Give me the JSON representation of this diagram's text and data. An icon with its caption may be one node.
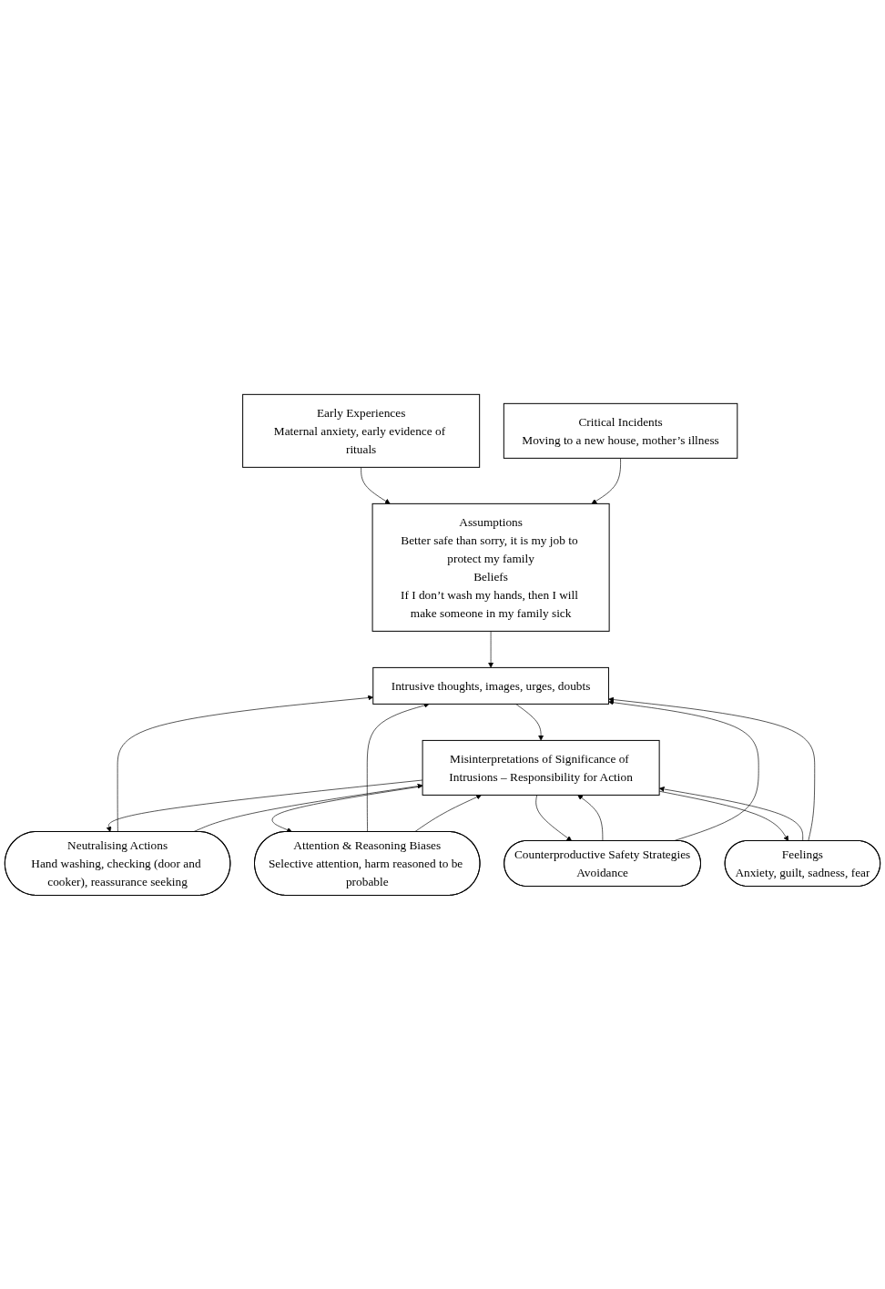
{
  "diagram": {
    "nodes": [
      {
        "text": [
          "Early Experiences",
          "Maternal anxiety, early evidence of rituals"
        ]
      },
      {
        "text": [
          "Critical Incidents",
          "Moving to a new house, mother’s illness"
        ]
      },
      {
        "text": [
          "Assumptions",
          "Better safe than sorry, it is my job to protect my family",
          "Beliefs",
          "If I don’t wash my hands, then I will make someone in my family sick"
        ]
      },
      {
        "text": [
          "Intrusive thoughts, images, urges, doubts"
        ]
      },
      {
        "text": [
          "Neutralising Actions",
          "Hand washing, checking (door and cooker), reassurance seeking"
        ]
      },
      {
        "text": [
          "Attention & Reasoning Biases",
          "Selective attention, harm reasoned to be probable"
        ]
      },
      {
        "text": [
          "Misinterpretations of Significance of Intrusions – Responsibility for Action"
        ]
      },
      {
        "text": [
          "Counterproductive Safety Strategies",
          "Avoidance"
        ]
      },
      {
        "text": [
          "Feelings",
          "Anxiety, guilt, sadness, fear"
        ]
      }
    ],
    "edges": [
      {
        "from": 0,
        "to": 2,
        "arrow": "to"
      },
      {
        "from": 1,
        "to": 2,
        "arrow": "to"
      },
      {
        "from": 2,
        "to": 3,
        "arrow": "to"
      },
      {
        "from": 4,
        "to": 3,
        "arrow": "to"
      },
      {
        "from": 5,
        "to": 3,
        "arrow": "to"
      },
      {
        "from": 3,
        "to": 6,
        "arrow": "to"
      },
      {
        "from": 4,
        "to": 6,
        "arrow": "to"
      },
      {
        "from": 6,
        "to": 4,
        "arrow": "to"
      },
      {
        "from": 6,
        "to": 5,
        "arrow": "to"
      },
      {
        "from": 5,
        "to": 6,
        "arrow": "to"
      },
      {
        "from": 6,
        "to": 7,
        "arrow": "to"
      },
      {
        "from": 7,
        "to": 6,
        "arrow": "to"
      },
      {
        "from": 6,
        "to": 8,
        "arrow": "to"
      },
      {
        "from": 8,
        "to": 6,
        "arrow": "to"
      },
      {
        "from": 7,
        "to": 3,
        "arrow": "to"
      },
      {
        "from": 8,
        "to": 3,
        "arrow": "to"
      }
    ]
  }
}
